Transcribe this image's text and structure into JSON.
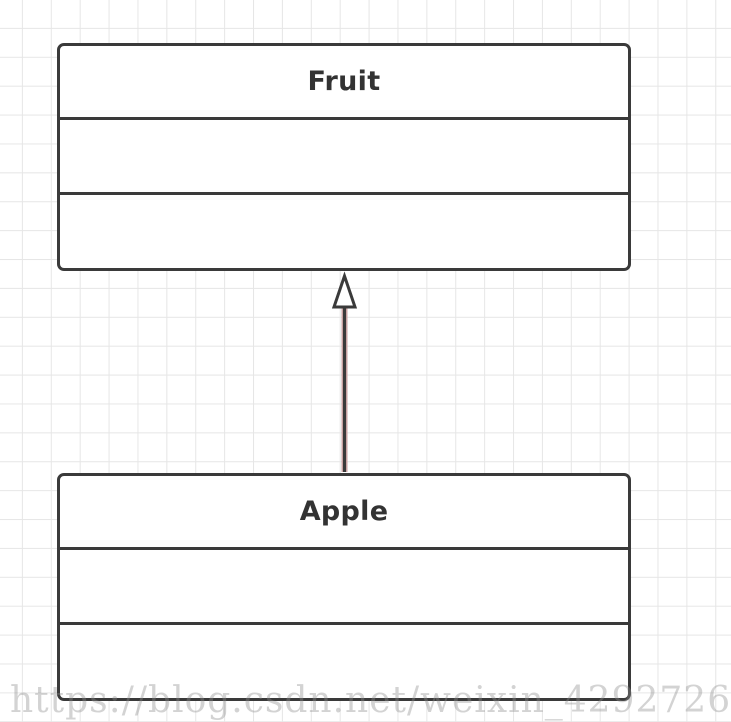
{
  "diagram": {
    "classes": [
      {
        "name": "Fruit",
        "attributes": [],
        "operations": []
      },
      {
        "name": "Apple",
        "attributes": [],
        "operations": []
      }
    ],
    "relations": [
      {
        "type": "generalization",
        "from": "Apple",
        "to": "Fruit"
      }
    ]
  },
  "watermark": {
    "text": "https://blog.csdn.net/weixin_4292726"
  },
  "colors": {
    "class_border": "#3a3a3a",
    "relation_line": "#5a3a3a",
    "grid_line": "#e6e6e6"
  }
}
